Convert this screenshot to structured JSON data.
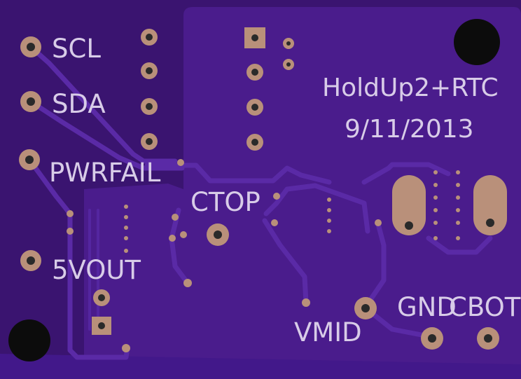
{
  "board": {
    "title_line1": "HoldUp2+RTC",
    "title_line2": "9/11/2013",
    "colors": {
      "substrate": "#3a1470",
      "copper_pour": "#4a1c8c",
      "trace": "#5a2aa6",
      "pad_copper": "#b9907a",
      "pad_hole": "#2a2a2a",
      "silkscreen": "#d8cce8",
      "mounting_hole": "#0c0c0c"
    }
  },
  "labels": {
    "scl": "SCL",
    "sda": "SDA",
    "pwrfail": "PWRFAIL",
    "ctop": "CTOP",
    "vout": "5VOUT",
    "vmid": "VMID",
    "gnd": "GND",
    "cbot": "CBOT"
  }
}
